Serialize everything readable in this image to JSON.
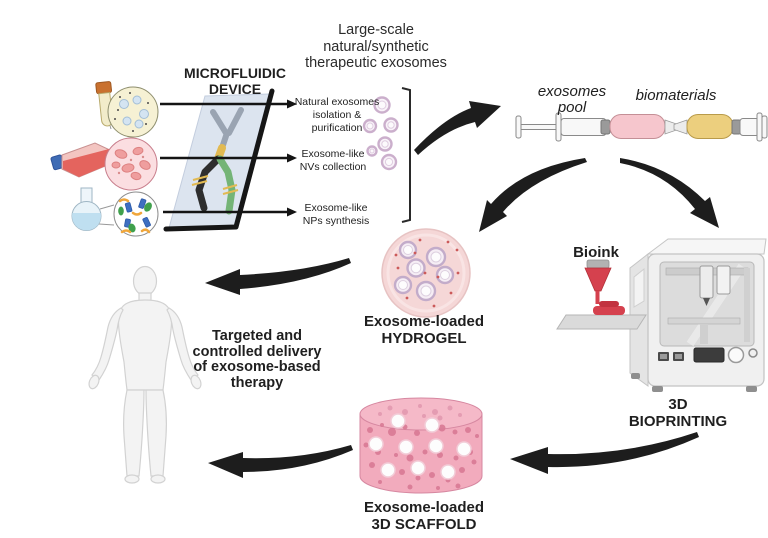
{
  "title": "Large-scale\nnatural/synthetic\ntherapeutic exosomes",
  "microfluidic_device": {
    "label": "MICROFLUIDIC\nDEVICE",
    "outputs": [
      {
        "label": "Natural exosomes\nisolation &\npurification"
      },
      {
        "label": "Exosome-like\nNVs collection"
      },
      {
        "label": "Exosome-like\nNPs synthesis"
      }
    ]
  },
  "mixing": {
    "exosomes_pool_label": "exosomes\npool",
    "biomaterials_label": "biomaterials"
  },
  "bioprinting": {
    "bioink_label": "Bioink",
    "printer_label": "3D BIOPRINTING"
  },
  "hydrogel_label": "Exosome-loaded\nHYDROGEL",
  "scaffold_label": "Exosome-loaded\n3D SCAFFOLD",
  "delivery_label": "Targeted and\ncontrolled delivery\nof exosome-based\ntherapy",
  "icons": {
    "sources": [
      "blood-sample-tube-icon",
      "cell-culture-flask-icon",
      "synthesis-flask-icon"
    ],
    "process": [
      "microfluidic-chip-icon",
      "exosomes-cluster-icon",
      "bracket-icon",
      "flow-arrow-icon",
      "curved-arrow-icon"
    ],
    "products": [
      "syringe-mixing-icon",
      "hydrogel-icon",
      "bioink-dispenser-icon",
      "bioprinter-icon",
      "scaffold-icon",
      "human-figure-icon"
    ]
  },
  "colors": {
    "arrow": "#1d1d1d",
    "exosome_ring": "#c2a2c4",
    "hydrogel_pink": "#f5d7d7",
    "scaffold_pink": "#f2abbd",
    "scaffold_top_pink": "#f5b9c8",
    "bioink_red": "#d5414e",
    "exosomes_pool_pink": "#f6c6cd",
    "biomaterials_yellow": "#eccf7e",
    "device_glass": "#dce4ef",
    "channel_green": "#74b476",
    "channel_yellow": "#e2ba52",
    "human_grey": "#f3f3f3"
  }
}
